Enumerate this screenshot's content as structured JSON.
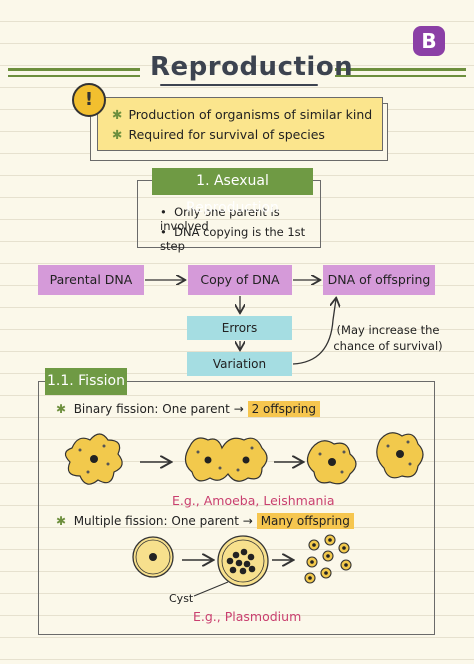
{
  "brand": {
    "logo_letter": "B",
    "logo_color": "#8b3fa6"
  },
  "title": "Reproduction",
  "intro": {
    "icon": "warning-icon",
    "points": [
      "Production of organisms of similar kind",
      "Required for survival of species"
    ]
  },
  "asexual": {
    "heading": "1. Asexual Reproduction",
    "points": [
      "Only one parent is involved",
      "DNA copying is the 1st step"
    ]
  },
  "flow": {
    "parental": "Parental DNA",
    "copy": "Copy of DNA",
    "offspring": "DNA of offspring",
    "errors": "Errors",
    "variation": "Variation",
    "note_line1": "(May increase the",
    "note_line2": "chance of survival)"
  },
  "fission": {
    "heading": "1.1. Fission",
    "binary_label": "Binary fission: One parent",
    "binary_result": "2 offspring",
    "binary_example": "E.g., Amoeba, Leishmania",
    "multiple_label": "Multiple fission: One parent",
    "multiple_result": "Many offspring",
    "cyst_label": "Cyst",
    "multiple_example": "E.g., Plasmodium"
  },
  "colors": {
    "green": "#6f9a44",
    "purple_box": "#d59ad9",
    "cyan_box": "#a5dde2",
    "yellow_note": "#fbe58d",
    "pink_text": "#c93f6f",
    "cell": "#f2c94c"
  }
}
